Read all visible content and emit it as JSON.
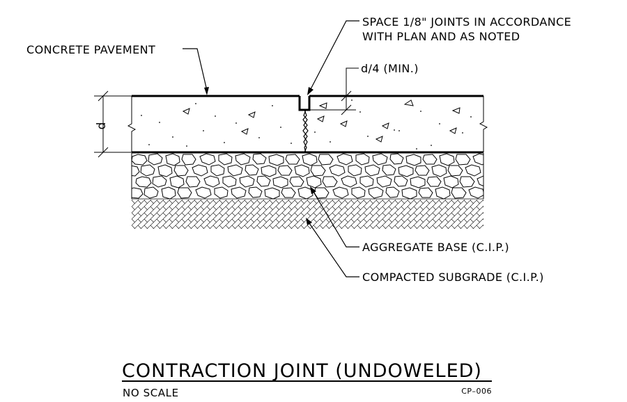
{
  "callouts": {
    "concrete_pavement": "CONCRETE PAVEMENT",
    "joint_spacing_line1": "SPACE 1/8\" JOINTS IN ACCORDANCE",
    "joint_spacing_line2": "WITH PLAN AND AS NOTED",
    "depth_min": "d/4  (MIN.)",
    "aggregate_base": "AGGREGATE BASE (C.I.P.)",
    "compacted_subgrade": "COMPACTED SUBGRADE (C.I.P.)"
  },
  "dimension": {
    "thickness": "d"
  },
  "title_block": {
    "title": "CONTRACTION JOINT (UNDOWELED)",
    "scale": "NO SCALE",
    "detail_code": "CP–006"
  }
}
